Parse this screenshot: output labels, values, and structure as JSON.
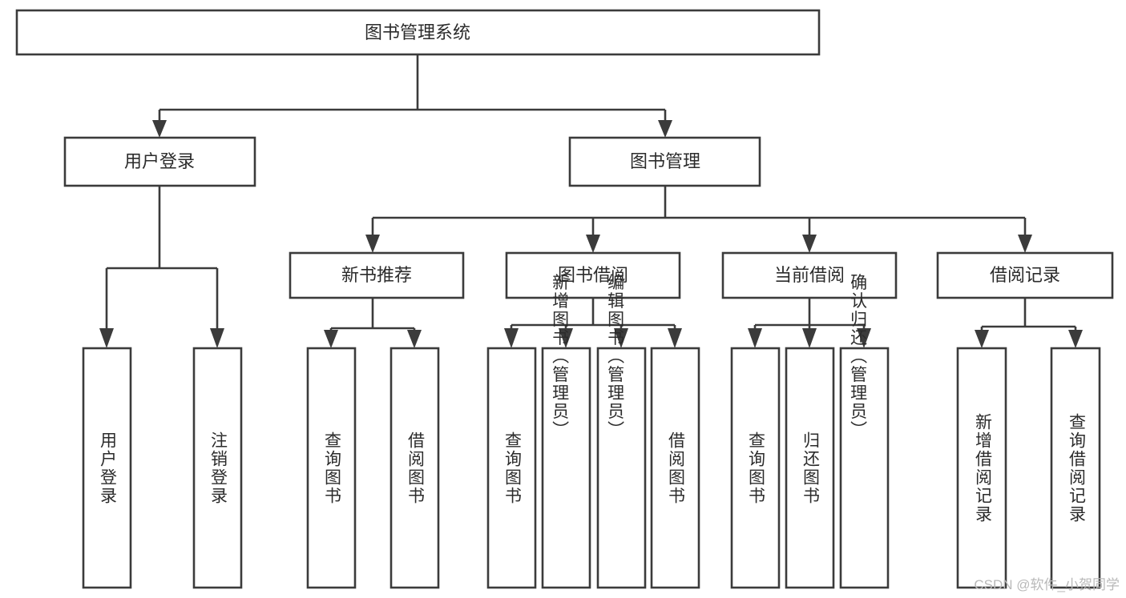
{
  "diagram": {
    "type": "tree-hierarchy",
    "title": "图书管理系统",
    "orientation": "top-down",
    "colors": {
      "stroke": "#3b3b3b",
      "box_fill": "#ffffff",
      "text": "#2b2b2b",
      "background": "#ffffff",
      "watermark": "#b9b9b9"
    },
    "levels": {
      "level1": [
        "图书管理系统"
      ],
      "level2": [
        "用户登录",
        "图书管理"
      ],
      "level3": [
        "新书推荐",
        "图书借阅",
        "当前借阅",
        "借阅记录"
      ],
      "level4": [
        "用户登录",
        "注销登录",
        "查询图书",
        "借阅图书",
        "查询图书",
        "新增图书（管理员）",
        "编辑图书（管理员）",
        "借阅图书",
        "查询图书",
        "归还图书",
        "确认归还（管理员）",
        "新增借阅记录",
        "查询借阅记录"
      ]
    },
    "root": {
      "label": "图书管理系统"
    },
    "branches": [
      {
        "label": "用户登录",
        "children": [
          {
            "label": "用户登录"
          },
          {
            "label": "注销登录"
          }
        ]
      },
      {
        "label": "图书管理",
        "children": [
          {
            "label": "新书推荐",
            "children": [
              {
                "label": "查询图书"
              },
              {
                "label": "借阅图书"
              }
            ]
          },
          {
            "label": "图书借阅",
            "children": [
              {
                "label": "查询图书"
              },
              {
                "label": "新增图书（管理员）"
              },
              {
                "label": "编辑图书（管理员）"
              },
              {
                "label": "借阅图书"
              }
            ]
          },
          {
            "label": "当前借阅",
            "children": [
              {
                "label": "查询图书"
              },
              {
                "label": "归还图书"
              },
              {
                "label": "确认归还（管理员）"
              }
            ]
          },
          {
            "label": "借阅记录",
            "children": [
              {
                "label": "新增借阅记录"
              },
              {
                "label": "查询借阅记录"
              }
            ]
          }
        ]
      }
    ]
  },
  "watermark": {
    "text": "CSDN @软件_小贺同学"
  }
}
